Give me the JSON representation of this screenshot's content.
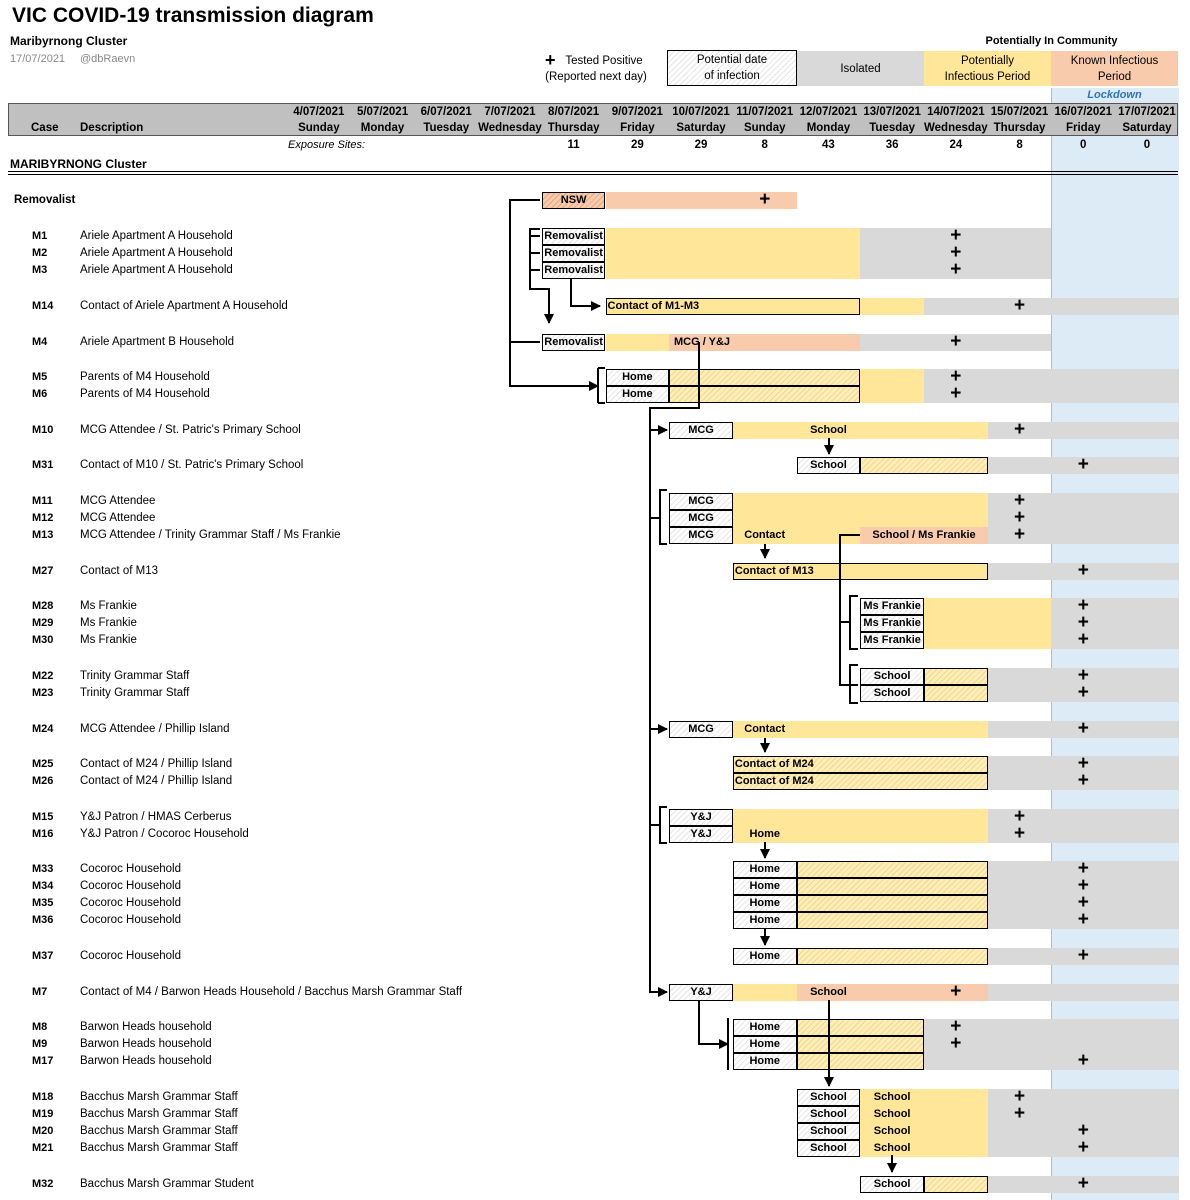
{
  "header": {
    "title": "VIC COVID-19 transmission diagram",
    "subtitle": "Maribyrnong Cluster",
    "date": "17/07/2021",
    "handle": "@dbRaevn"
  },
  "legend": {
    "tested_positive_1": "Tested Positive",
    "tested_positive_2": "(Reported next day)",
    "potential_1": "Potential date",
    "potential_2": "of infection",
    "isolated": "Isolated",
    "community_heading": "Potentially In Community",
    "potentially_1": "Potentially",
    "potentially_2": "Infectious Period",
    "known_1": "Known Infectious",
    "known_2": "Period",
    "lockdown": "Lockdown"
  },
  "columns": {
    "case": "Case",
    "description": "Description",
    "exposure_label": "Exposure Sites:",
    "cluster_label": "MARIBYRNONG Cluster"
  },
  "days": [
    {
      "date": "4/07/2021",
      "day": "Sunday",
      "exposure": ""
    },
    {
      "date": "5/07/2021",
      "day": "Monday",
      "exposure": ""
    },
    {
      "date": "6/07/2021",
      "day": "Tuesday",
      "exposure": ""
    },
    {
      "date": "7/07/2021",
      "day": "Wednesday",
      "exposure": ""
    },
    {
      "date": "8/07/2021",
      "day": "Thursday",
      "exposure": "11"
    },
    {
      "date": "9/07/2021",
      "day": "Friday",
      "exposure": "29"
    },
    {
      "date": "10/07/2021",
      "day": "Saturday",
      "exposure": "29"
    },
    {
      "date": "11/07/2021",
      "day": "Sunday",
      "exposure": "8"
    },
    {
      "date": "12/07/2021",
      "day": "Monday",
      "exposure": "43"
    },
    {
      "date": "13/07/2021",
      "day": "Tuesday",
      "exposure": "36"
    },
    {
      "date": "14/07/2021",
      "day": "Wednesday",
      "exposure": "24"
    },
    {
      "date": "15/07/2021",
      "day": "Thursday",
      "exposure": "8"
    },
    {
      "date": "16/07/2021",
      "day": "Friday",
      "exposure": "0"
    },
    {
      "date": "17/07/2021",
      "day": "Saturday",
      "exposure": "0"
    }
  ],
  "rows": [
    {
      "case": "",
      "desc": "Removalist"
    },
    {
      "case": "M1",
      "desc": "Ariele Apartment A Household"
    },
    {
      "case": "M2",
      "desc": "Ariele Apartment A Household"
    },
    {
      "case": "M3",
      "desc": "Ariele Apartment A Household"
    },
    {
      "case": "M14",
      "desc": "Contact of Ariele Apartment A Household"
    },
    {
      "case": "M4",
      "desc": "Ariele Apartment B Household"
    },
    {
      "case": "M5",
      "desc": "Parents of M4 Household"
    },
    {
      "case": "M6",
      "desc": "Parents of M4 Household"
    },
    {
      "case": "M10",
      "desc": "MCG Attendee / St. Patric's Primary School"
    },
    {
      "case": "M31",
      "desc": "Contact of M10 / St. Patric's Primary School"
    },
    {
      "case": "M11",
      "desc": "MCG Attendee"
    },
    {
      "case": "M12",
      "desc": "MCG Attendee"
    },
    {
      "case": "M13",
      "desc": "MCG Attendee / Trinity Grammar Staff / Ms Frankie"
    },
    {
      "case": "M27",
      "desc": "Contact of M13"
    },
    {
      "case": "M28",
      "desc": "Ms Frankie"
    },
    {
      "case": "M29",
      "desc": "Ms Frankie"
    },
    {
      "case": "M30",
      "desc": "Ms Frankie"
    },
    {
      "case": "M22",
      "desc": "Trinity Grammar Staff"
    },
    {
      "case": "M23",
      "desc": "Trinity Grammar Staff"
    },
    {
      "case": "M24",
      "desc": "MCG Attendee / Phillip Island"
    },
    {
      "case": "M25",
      "desc": "Contact of M24 / Phillip Island"
    },
    {
      "case": "M26",
      "desc": "Contact of M24 / Phillip Island"
    },
    {
      "case": "M15",
      "desc": "Y&J Patron / HMAS Cerberus"
    },
    {
      "case": "M16",
      "desc": "Y&J Patron / Cocoroc Household"
    },
    {
      "case": "M33",
      "desc": "Cocoroc Household"
    },
    {
      "case": "M34",
      "desc": "Cocoroc Household"
    },
    {
      "case": "M35",
      "desc": "Cocoroc Household"
    },
    {
      "case": "M36",
      "desc": "Cocoroc Household"
    },
    {
      "case": "M37",
      "desc": "Cocoroc Household"
    },
    {
      "case": "M7",
      "desc": "Contact of M4 / Barwon Heads Household / Bacchus Marsh Grammar Staff"
    },
    {
      "case": "M8",
      "desc": "Barwon Heads household"
    },
    {
      "case": "M9",
      "desc": "Barwon Heads household"
    },
    {
      "case": "M17",
      "desc": "Barwon Heads household"
    },
    {
      "case": "M18",
      "desc": "Bacchus Marsh Grammar Staff"
    },
    {
      "case": "M19",
      "desc": "Bacchus Marsh Grammar Staff"
    },
    {
      "case": "M20",
      "desc": "Bacchus Marsh Grammar Staff"
    },
    {
      "case": "M21",
      "desc": "Bacchus Marsh Grammar Staff"
    },
    {
      "case": "M32",
      "desc": "Bacchus Marsh Grammar Student"
    }
  ],
  "bars": [
    [
      {
        "from": 4,
        "to": 5,
        "style": "sbox",
        "text": "NSW"
      },
      {
        "from": 5,
        "to": 8,
        "style": "salmon"
      }
    ],
    [
      {
        "from": 4,
        "to": 5,
        "style": "hbox",
        "text": "Removalist"
      },
      {
        "from": 5,
        "to": 9,
        "style": "yellow"
      },
      {
        "from": 9,
        "to": 12,
        "style": "grey"
      }
    ],
    [
      {
        "from": 4,
        "to": 5,
        "style": "hbox",
        "text": "Removalist"
      },
      {
        "from": 5,
        "to": 9,
        "style": "yellow"
      },
      {
        "from": 9,
        "to": 12,
        "style": "grey"
      }
    ],
    [
      {
        "from": 4,
        "to": 5,
        "style": "hbox",
        "text": "Removalist"
      },
      {
        "from": 5,
        "to": 9,
        "style": "yellow"
      },
      {
        "from": 9,
        "to": 12,
        "style": "grey"
      }
    ],
    [
      {
        "from": 5,
        "to": 9,
        "style": "ybox",
        "text": "Contact of M1-M3"
      },
      {
        "from": 9,
        "to": 10,
        "style": "yellow"
      },
      {
        "from": 10,
        "to": 14,
        "style": "grey"
      }
    ],
    [
      {
        "from": 4,
        "to": 5,
        "style": "hbox",
        "text": "Removalist"
      },
      {
        "from": 5,
        "to": 6,
        "style": "yellow"
      },
      {
        "from": 6,
        "to": 9,
        "style": "salmon",
        "text": "MCG / Y&J"
      },
      {
        "from": 9,
        "to": 12,
        "style": "grey"
      }
    ],
    [
      {
        "from": 5,
        "to": 6,
        "style": "hbox",
        "text": "Home"
      },
      {
        "from": 6,
        "to": 9,
        "style": "yhbox"
      },
      {
        "from": 9,
        "to": 10,
        "style": "yellow"
      },
      {
        "from": 10,
        "to": 14,
        "style": "grey"
      }
    ],
    [
      {
        "from": 5,
        "to": 6,
        "style": "hbox",
        "text": "Home"
      },
      {
        "from": 6,
        "to": 9,
        "style": "yhbox"
      },
      {
        "from": 9,
        "to": 10,
        "style": "yellow"
      },
      {
        "from": 10,
        "to": 14,
        "style": "grey"
      }
    ],
    [
      {
        "from": 6,
        "to": 7,
        "style": "hbox",
        "text": "MCG"
      },
      {
        "from": 7,
        "to": 11,
        "style": "yellow",
        "text": "School"
      },
      {
        "from": 11,
        "to": 14,
        "style": "grey"
      }
    ],
    [
      {
        "from": 8,
        "to": 9,
        "style": "hbox",
        "text": "School"
      },
      {
        "from": 9,
        "to": 11,
        "style": "yhbox"
      },
      {
        "from": 11,
        "to": 14,
        "style": "grey"
      }
    ],
    [
      {
        "from": 6,
        "to": 7,
        "style": "hbox",
        "text": "MCG"
      },
      {
        "from": 7,
        "to": 11,
        "style": "yellow"
      },
      {
        "from": 11,
        "to": 14,
        "style": "grey"
      }
    ],
    [
      {
        "from": 6,
        "to": 7,
        "style": "hbox",
        "text": "MCG"
      },
      {
        "from": 7,
        "to": 11,
        "style": "yellow"
      },
      {
        "from": 11,
        "to": 14,
        "style": "grey"
      }
    ],
    [
      {
        "from": 6,
        "to": 7,
        "style": "hbox",
        "text": "MCG"
      },
      {
        "from": 7,
        "to": 9,
        "style": "yellow",
        "text": "Contact"
      },
      {
        "from": 9,
        "to": 11,
        "style": "salmon",
        "text": "School / Ms Frankie"
      },
      {
        "from": 11,
        "to": 14,
        "style": "grey"
      }
    ],
    [
      {
        "from": 7,
        "to": 11,
        "style": "ybox",
        "text": "Contact of M13"
      },
      {
        "from": 11,
        "to": 14,
        "style": "grey"
      }
    ],
    [
      {
        "from": 9,
        "to": 10,
        "style": "hbox",
        "text": "Ms Frankie"
      },
      {
        "from": 10,
        "to": 12,
        "style": "yellow"
      },
      {
        "from": 12,
        "to": 14,
        "style": "grey"
      }
    ],
    [
      {
        "from": 9,
        "to": 10,
        "style": "hbox",
        "text": "Ms Frankie"
      },
      {
        "from": 10,
        "to": 12,
        "style": "yellow"
      },
      {
        "from": 12,
        "to": 14,
        "style": "grey"
      }
    ],
    [
      {
        "from": 9,
        "to": 10,
        "style": "hbox",
        "text": "Ms Frankie"
      },
      {
        "from": 10,
        "to": 12,
        "style": "yellow"
      },
      {
        "from": 12,
        "to": 14,
        "style": "grey"
      }
    ],
    [
      {
        "from": 9,
        "to": 10,
        "style": "hbox",
        "text": "School"
      },
      {
        "from": 10,
        "to": 11,
        "style": "yhbox"
      },
      {
        "from": 11,
        "to": 14,
        "style": "grey"
      }
    ],
    [
      {
        "from": 9,
        "to": 10,
        "style": "hbox",
        "text": "School"
      },
      {
        "from": 10,
        "to": 11,
        "style": "yhbox"
      },
      {
        "from": 11,
        "to": 14,
        "style": "grey"
      }
    ],
    [
      {
        "from": 6,
        "to": 7,
        "style": "hbox",
        "text": "MCG"
      },
      {
        "from": 7,
        "to": 11,
        "style": "yellow",
        "text": "Contact"
      },
      {
        "from": 11,
        "to": 14,
        "style": "grey"
      }
    ],
    [
      {
        "from": 7,
        "to": 11,
        "style": "yhbox",
        "text": "Contact of M24"
      },
      {
        "from": 11,
        "to": 14,
        "style": "grey"
      }
    ],
    [
      {
        "from": 7,
        "to": 11,
        "style": "yhbox",
        "text": "Contact of M24"
      },
      {
        "from": 11,
        "to": 14,
        "style": "grey"
      }
    ],
    [
      {
        "from": 6,
        "to": 7,
        "style": "hbox",
        "text": "Y&J"
      },
      {
        "from": 7,
        "to": 11,
        "style": "yellow"
      },
      {
        "from": 11,
        "to": 14,
        "style": "grey"
      }
    ],
    [
      {
        "from": 6,
        "to": 7,
        "style": "hbox",
        "text": "Y&J"
      },
      {
        "from": 7,
        "to": 11,
        "style": "yellow",
        "text": "Home"
      },
      {
        "from": 11,
        "to": 14,
        "style": "grey"
      }
    ],
    [
      {
        "from": 7,
        "to": 8,
        "style": "hbox",
        "text": "Home"
      },
      {
        "from": 8,
        "to": 11,
        "style": "yhbox"
      },
      {
        "from": 11,
        "to": 14,
        "style": "grey"
      }
    ],
    [
      {
        "from": 7,
        "to": 8,
        "style": "hbox",
        "text": "Home"
      },
      {
        "from": 8,
        "to": 11,
        "style": "yhbox"
      },
      {
        "from": 11,
        "to": 14,
        "style": "grey"
      }
    ],
    [
      {
        "from": 7,
        "to": 8,
        "style": "hbox",
        "text": "Home"
      },
      {
        "from": 8,
        "to": 11,
        "style": "yhbox"
      },
      {
        "from": 11,
        "to": 14,
        "style": "grey"
      }
    ],
    [
      {
        "from": 7,
        "to": 8,
        "style": "hbox",
        "text": "Home"
      },
      {
        "from": 8,
        "to": 11,
        "style": "yhbox"
      },
      {
        "from": 11,
        "to": 14,
        "style": "grey"
      }
    ],
    [
      {
        "from": 7,
        "to": 8,
        "style": "hbox",
        "text": "Home"
      },
      {
        "from": 8,
        "to": 11,
        "style": "yhbox"
      },
      {
        "from": 11,
        "to": 14,
        "style": "grey"
      }
    ],
    [
      {
        "from": 6,
        "to": 7,
        "style": "hbox",
        "text": "Y&J"
      },
      {
        "from": 7,
        "to": 8,
        "style": "yellow"
      },
      {
        "from": 8,
        "to": 11,
        "style": "salmon",
        "text": "School"
      },
      {
        "from": 11,
        "to": 14,
        "style": "grey"
      }
    ],
    [
      {
        "from": 7,
        "to": 8,
        "style": "hbox",
        "text": "Home"
      },
      {
        "from": 8,
        "to": 10,
        "style": "yhbox"
      },
      {
        "from": 10,
        "to": 14,
        "style": "grey"
      }
    ],
    [
      {
        "from": 7,
        "to": 8,
        "style": "hbox",
        "text": "Home"
      },
      {
        "from": 8,
        "to": 10,
        "style": "yhbox"
      },
      {
        "from": 10,
        "to": 14,
        "style": "grey"
      }
    ],
    [
      {
        "from": 7,
        "to": 8,
        "style": "hbox",
        "text": "Home"
      },
      {
        "from": 8,
        "to": 10,
        "style": "yhbox"
      },
      {
        "from": 10,
        "to": 14,
        "style": "grey"
      }
    ],
    [
      {
        "from": 8,
        "to": 9,
        "style": "hbox",
        "text": "School"
      },
      {
        "from": 9,
        "to": 11,
        "style": "yellow",
        "text": "School"
      },
      {
        "from": 11,
        "to": 14,
        "style": "grey"
      }
    ],
    [
      {
        "from": 8,
        "to": 9,
        "style": "hbox",
        "text": "School"
      },
      {
        "from": 9,
        "to": 11,
        "style": "yellow",
        "text": "School"
      },
      {
        "from": 11,
        "to": 14,
        "style": "grey"
      }
    ],
    [
      {
        "from": 8,
        "to": 9,
        "style": "hbox",
        "text": "School"
      },
      {
        "from": 9,
        "to": 11,
        "style": "yellow",
        "text": "School"
      },
      {
        "from": 11,
        "to": 14,
        "style": "grey"
      }
    ],
    [
      {
        "from": 8,
        "to": 9,
        "style": "hbox",
        "text": "School"
      },
      {
        "from": 9,
        "to": 11,
        "style": "yellow",
        "text": "School"
      },
      {
        "from": 11,
        "to": 14,
        "style": "grey"
      }
    ],
    [
      {
        "from": 9,
        "to": 10,
        "style": "hbox",
        "text": "School"
      },
      {
        "from": 10,
        "to": 11,
        "style": "yhbox"
      },
      {
        "from": 11,
        "to": 14,
        "style": "grey"
      }
    ]
  ],
  "positives": [
    7,
    10,
    10,
    10,
    11,
    10,
    10,
    10,
    11,
    12,
    11,
    11,
    11,
    12,
    12,
    12,
    12,
    12,
    12,
    12,
    12,
    12,
    11,
    11,
    12,
    12,
    12,
    12,
    12,
    10,
    10,
    10,
    12,
    11,
    11,
    12,
    12,
    12
  ],
  "colors": {
    "grey": "#d9d9d9",
    "yellow": "#ffe699",
    "salmon": "#f8cbad",
    "lockdown": "#ddebf7",
    "lockdown_text": "#2e75b6"
  }
}
